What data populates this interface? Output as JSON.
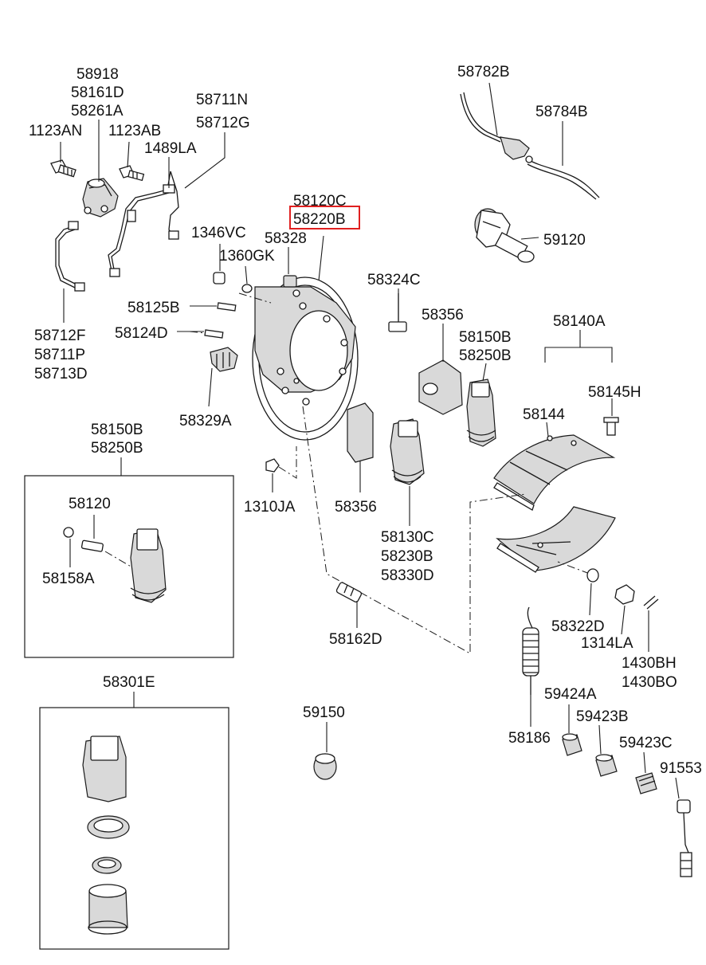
{
  "labels": {
    "l58918": "58918",
    "l58161D": "58161D",
    "l58261A": "58261A",
    "l1123AN": "1123AN",
    "l1123AB": "1123AB",
    "l58711N": "58711N",
    "l58712G": "58712G",
    "l1489LA": "1489LA",
    "l58712F": "58712F",
    "l58711P": "58711P",
    "l58713D": "58713D",
    "l58782B": "58782B",
    "l58784B": "58784B",
    "l59120": "59120",
    "l58120C": "58120C",
    "l58220B": "58220B",
    "l58328": "58328",
    "l1346VC": "1346VC",
    "l1360GK": "1360GK",
    "l58324C": "58324C",
    "l58125B": "58125B",
    "l58124D": "58124D",
    "l58329A": "58329A",
    "l58356a": "58356",
    "l58150Ba": "58150B",
    "l58250Ba": "58250B",
    "l58140A": "58140A",
    "l58145H": "58145H",
    "l58144": "58144",
    "l1310JA": "1310JA",
    "l58356b": "58356",
    "l58130C": "58130C",
    "l58230B": "58230B",
    "l58330D": "58330D",
    "l58150Bb": "58150B",
    "l58250Bb": "58250B",
    "l58120": "58120",
    "l58158A": "58158A",
    "l58162D": "58162D",
    "l58322D": "58322D",
    "l1314LA": "1314LA",
    "l1430BH": "1430BH",
    "l1430BO": "1430BO",
    "l58301E": "58301E",
    "l59150": "59150",
    "l58186": "58186",
    "l59424A": "59424A",
    "l59423B": "59423B",
    "l59423C": "59423C",
    "l91553": "91553"
  },
  "highlight_color": "#e02020",
  "line_color": "#1a1a1a"
}
